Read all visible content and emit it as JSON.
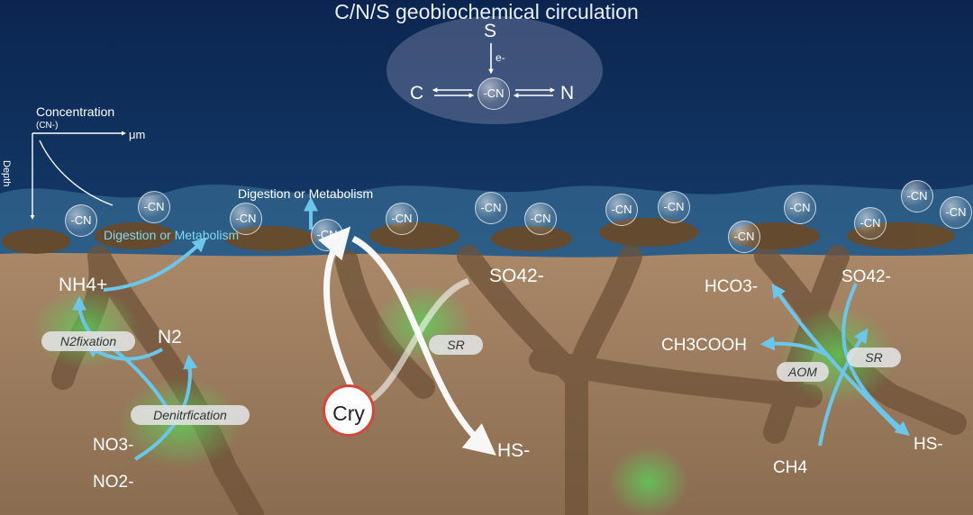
{
  "title": "C/N/S geobiochemical circulation",
  "cycle": {
    "s": "S",
    "c": "C",
    "center": "-CN",
    "n": "N",
    "electron": "e-"
  },
  "graph": {
    "ylabel": "Concentration",
    "ysub": "(CN-)",
    "xunit": "μm",
    "depth": "Depth"
  },
  "labels": {
    "digestion_top": "Digestion or Metabolism",
    "digestion_left": "Digestion or Metabolism",
    "nh4": "NH4+",
    "n2": "N2",
    "no3": "NO3-",
    "no2": "NO2-",
    "so4_center": "SO42-",
    "hs_center": "HS-",
    "hco3": "HCO3-",
    "so4_right": "SO42-",
    "ch3cooh": "CH3COOH",
    "hs_right": "HS-",
    "ch4": "CH4"
  },
  "processes": {
    "n2_fixation": "N2fixation",
    "denitrification": "Denitrfication",
    "sr_center": "SR",
    "aom": "AOM",
    "sr_right": "SR"
  },
  "cry": "Cry",
  "bubble_label": "-CN",
  "colors": {
    "water": "#0d2a55",
    "sediment": "#9a7a5c",
    "arrow_blue": "#6cc6ea",
    "cry_ring": "#d04a3a"
  }
}
